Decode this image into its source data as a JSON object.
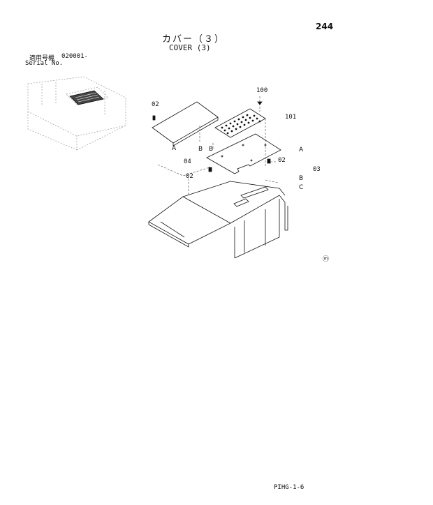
{
  "page_number": "244",
  "title_jp": "カバー（３）",
  "title_en": "COVER (3)",
  "serial": {
    "label_jp": "適用号機",
    "value": "020001-",
    "label_en": "Serial No."
  },
  "callouts": {
    "c100": "100",
    "c101": "101",
    "c02a": "02",
    "c02b": "02",
    "c02c": "02",
    "c03": "03",
    "c04": "04",
    "A1": "A",
    "A2": "A",
    "B1": "B",
    "B2": "B",
    "B3": "B",
    "C1": "C"
  },
  "footer_code": "PIHG-1-6",
  "circled_mark": "ⓜ"
}
